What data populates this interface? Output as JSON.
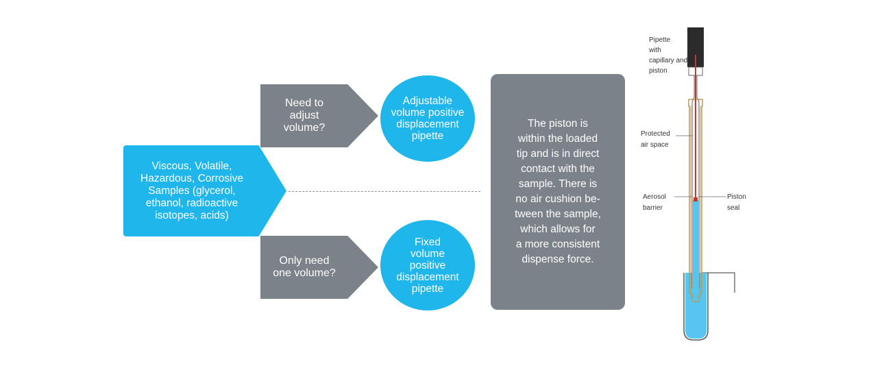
{
  "sample": {
    "text": "Viscous, Volatile,\nHazardous, Corrosive\nSamples (glycerol,\nethanol, radioactive\nisotopes, acids)"
  },
  "questions": {
    "adjust": "Need to\nadjust\nvolume?",
    "fixed": "Only need\none volume?"
  },
  "outcomes": {
    "adjustable": "Adjustable\nvolume positive\ndisplacement\npipette",
    "fixed": "Fixed\nvolume\npositive\ndisplacement\npipette"
  },
  "description": "The piston is\nwithin the loaded\ntip and is in direct\ncontact with the\nsample.  There is\nno air cushion be-\ntween the sample,\nwhich allows for\na more consistent\ndispense force.",
  "diagram_labels": {
    "pipette": [
      "Pipette",
      "with",
      "capillary and",
      "piston"
    ],
    "protected": [
      "Protected",
      "air space"
    ],
    "aerosol": [
      "Aerosol",
      "barrier"
    ],
    "piston_seal": [
      "Piston",
      "seal"
    ]
  },
  "colors": {
    "blue": "#1fb6ec",
    "gray": "#7b8289",
    "liquid": "#56c5ef",
    "piston": "#c0392b"
  }
}
